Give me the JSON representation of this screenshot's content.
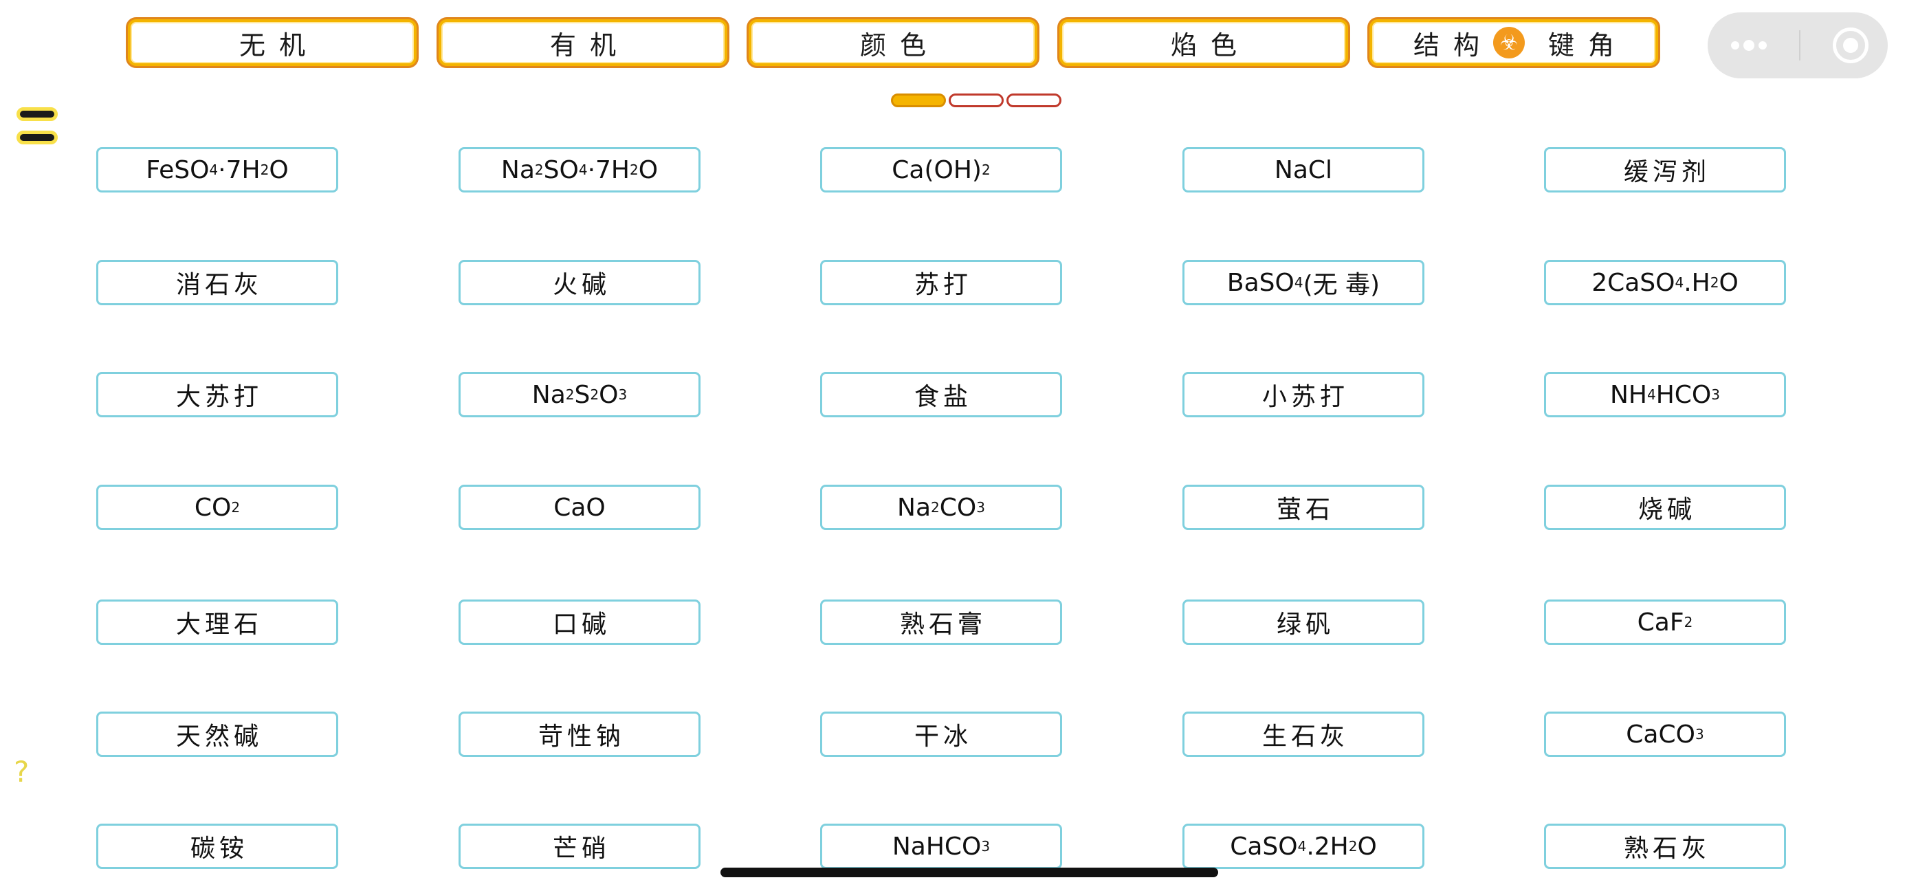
{
  "tabs": [
    {
      "name": "tab-inorganic",
      "label": "无机"
    },
    {
      "name": "tab-organic",
      "label": "有机"
    },
    {
      "name": "tab-color",
      "label": "颜色"
    },
    {
      "name": "tab-flame-color",
      "label": "焰色"
    },
    {
      "name": "tab-structure-bond-angle",
      "label_left": "结构",
      "icon": "biohazard-icon",
      "label_right": "键角"
    }
  ],
  "pager": {
    "pages": 3,
    "current": 1
  },
  "help_label": "?",
  "grid": [
    [
      {
        "t": "FeSO4·7H2O",
        "h": "FeSO<sub>4</sub>·7H<sub>2</sub>O"
      },
      {
        "t": "Na2SO4·7H2O",
        "h": "Na<sub>2</sub>SO<sub>4</sub>·7H<sub>2</sub>O"
      },
      {
        "t": "Ca(OH)2",
        "h": "Ca(OH)<sub>2</sub>"
      },
      {
        "t": "NaCl"
      },
      {
        "t": "缓泻剂",
        "zh": true
      }
    ],
    [
      {
        "t": "消石灰",
        "zh": true
      },
      {
        "t": "火碱",
        "zh": true
      },
      {
        "t": "苏打",
        "zh": true
      },
      {
        "t": "BaSO4 (无毒)",
        "h": "BaSO<sub>4</sub> (无 毒)"
      },
      {
        "t": "2CaSO4.H2O",
        "h": "2CaSO<sub>4</sub>.H<sub>2</sub>O"
      }
    ],
    [
      {
        "t": "大苏打",
        "zh": true
      },
      {
        "t": "Na2S2O3",
        "h": "Na<sub>2</sub>S<sub>2</sub>O<sub>3</sub>"
      },
      {
        "t": "食盐",
        "zh": true
      },
      {
        "t": "小苏打",
        "zh": true
      },
      {
        "t": "NH4HCO3",
        "h": "NH<sub>4</sub>HCO<sub>3</sub>"
      }
    ],
    [
      {
        "t": "CO2",
        "h": "CO<sub>2</sub>"
      },
      {
        "t": "CaO"
      },
      {
        "t": "Na2CO3",
        "h": "Na<sub>2</sub>CO<sub>3</sub>"
      },
      {
        "t": "萤石",
        "zh": true
      },
      {
        "t": "烧碱",
        "zh": true
      }
    ],
    [
      {
        "t": "大理石",
        "zh": true
      },
      {
        "t": "口碱",
        "zh": true
      },
      {
        "t": "熟石膏",
        "zh": true
      },
      {
        "t": "绿矾",
        "zh": true
      },
      {
        "t": "CaF2",
        "h": "CaF<sub>2</sub>"
      }
    ],
    [
      {
        "t": "天然碱",
        "zh": true
      },
      {
        "t": "苛性钠",
        "zh": true
      },
      {
        "t": "干冰",
        "zh": true
      },
      {
        "t": "生石灰",
        "zh": true
      },
      {
        "t": "CaCO3",
        "h": "CaCO<sub>3</sub>"
      }
    ],
    [
      {
        "t": "碳铵",
        "zh": true
      },
      {
        "t": "芒硝",
        "zh": true
      },
      {
        "t": "NaHCO3",
        "h": "NaHCO<sub>3</sub>"
      },
      {
        "t": "CaSO4.2H2O",
        "h": "CaSO<sub>4</sub>.2H<sub>2</sub>O"
      },
      {
        "t": "熟石灰",
        "zh": true
      }
    ]
  ],
  "colors": {
    "tab_border": "#f4b400",
    "tab_outline": "#e0861b",
    "card_border": "#7fd0de",
    "pager_active": "#f5b400",
    "pager_inactive_border": "#c0392b",
    "help": "#e7d64a"
  }
}
